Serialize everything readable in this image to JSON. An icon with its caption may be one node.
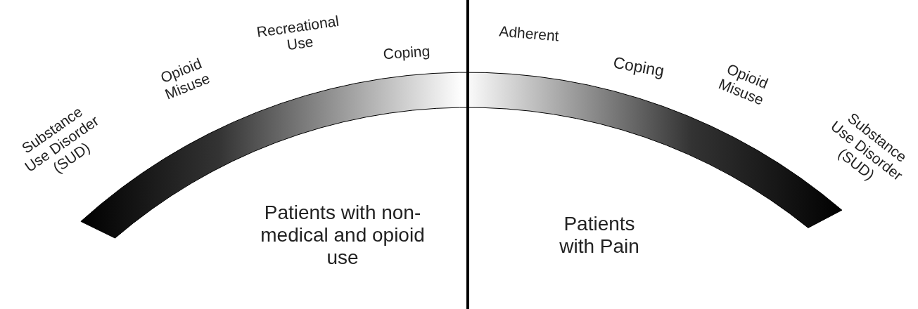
{
  "diagram": {
    "labels": [
      "Substance Use Disorder (SUD)",
      "Opioid Misuse",
      "Recreational Use",
      "Coping",
      "Adherent",
      "Coping",
      "Opioid Misuse",
      "Substance Use Disorder (SUD)",
      "Patients with non-medical and opioid use",
      "Patients with Pain"
    ]
  }
}
